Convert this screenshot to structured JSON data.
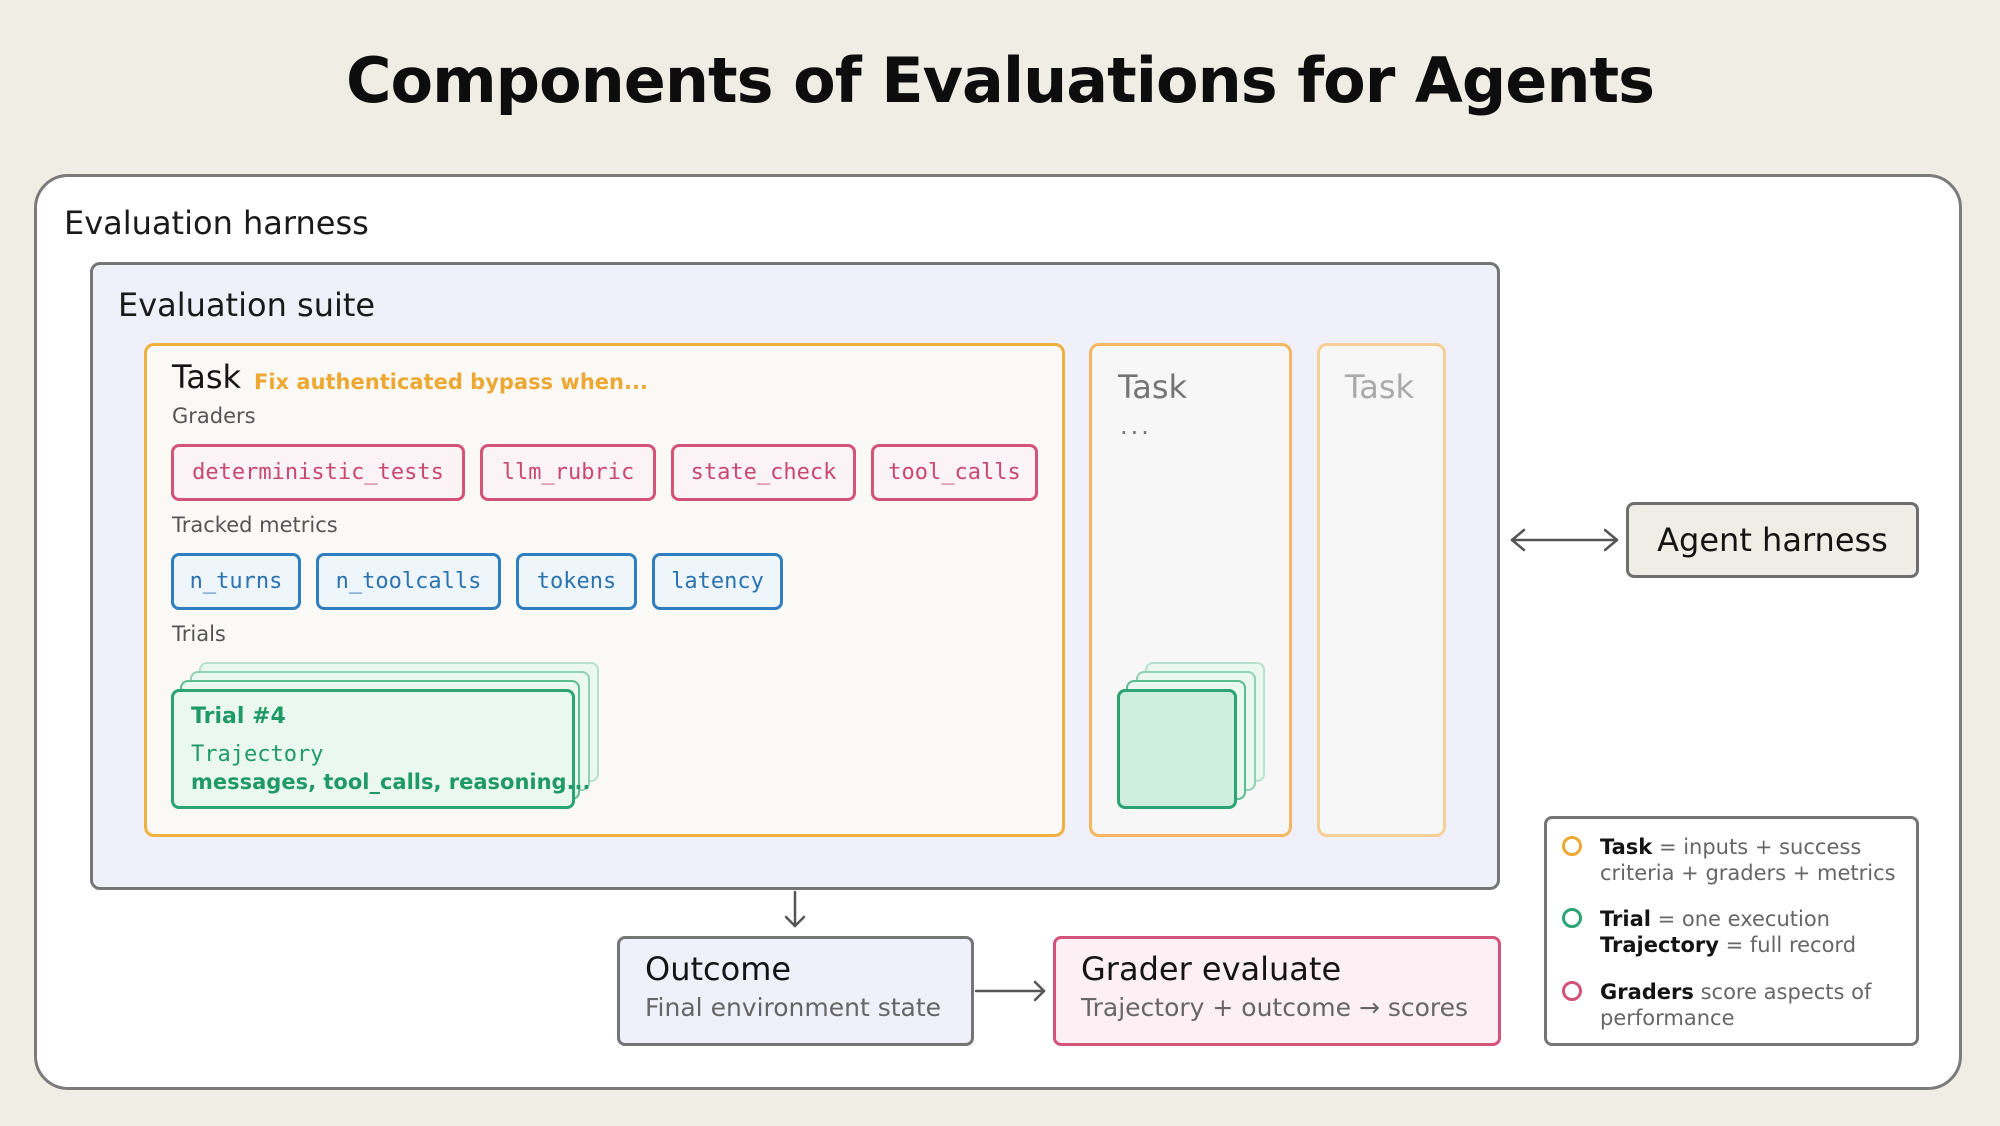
{
  "title": "Components of Evaluations for Agents",
  "harness": {
    "label": "Evaluation harness"
  },
  "suite": {
    "label": "Evaluation suite"
  },
  "task_main": {
    "label": "Task",
    "description": "Fix authenticated bypass when...",
    "graders_label": "Graders",
    "graders": [
      "deterministic_tests",
      "llm_rubric",
      "state_check",
      "tool_calls"
    ],
    "metrics_label": "Tracked metrics",
    "metrics": [
      "n_turns",
      "n_toolcalls",
      "tokens",
      "latency"
    ],
    "trials_label": "Trials",
    "trial": {
      "title": "Trial #4",
      "trajectory_label": "Trajectory",
      "detail": "messages, tool_calls, reasoning..."
    }
  },
  "task_2": {
    "label": "Task",
    "ellipsis": "..."
  },
  "task_3": {
    "label": "Task"
  },
  "agent_harness": {
    "label": "Agent harness"
  },
  "outcome": {
    "title": "Outcome",
    "subtitle": "Final environment state"
  },
  "grader_evaluate": {
    "title": "Grader evaluate",
    "subtitle_part1": "Trajectory + outcome",
    "arrow": "→",
    "subtitle_part2": "scores"
  },
  "legend": {
    "items": [
      {
        "key": "Task",
        "text_1": " = inputs + success criteria + graders + metrics",
        "color": "#eda833"
      },
      {
        "key": "Trial",
        "text_1": " = one execution",
        "key_2": "Trajectory",
        "text_2": " = full record",
        "color": "#2ca373"
      },
      {
        "key": "Graders",
        "text_1": " score aspects of performance",
        "color": "#d3537a"
      }
    ]
  },
  "colors": {
    "background": "#efede4",
    "task_border": "#f0b040",
    "grader": "#d3537a",
    "metric": "#2f7fc0",
    "trial": "#2ca373"
  }
}
